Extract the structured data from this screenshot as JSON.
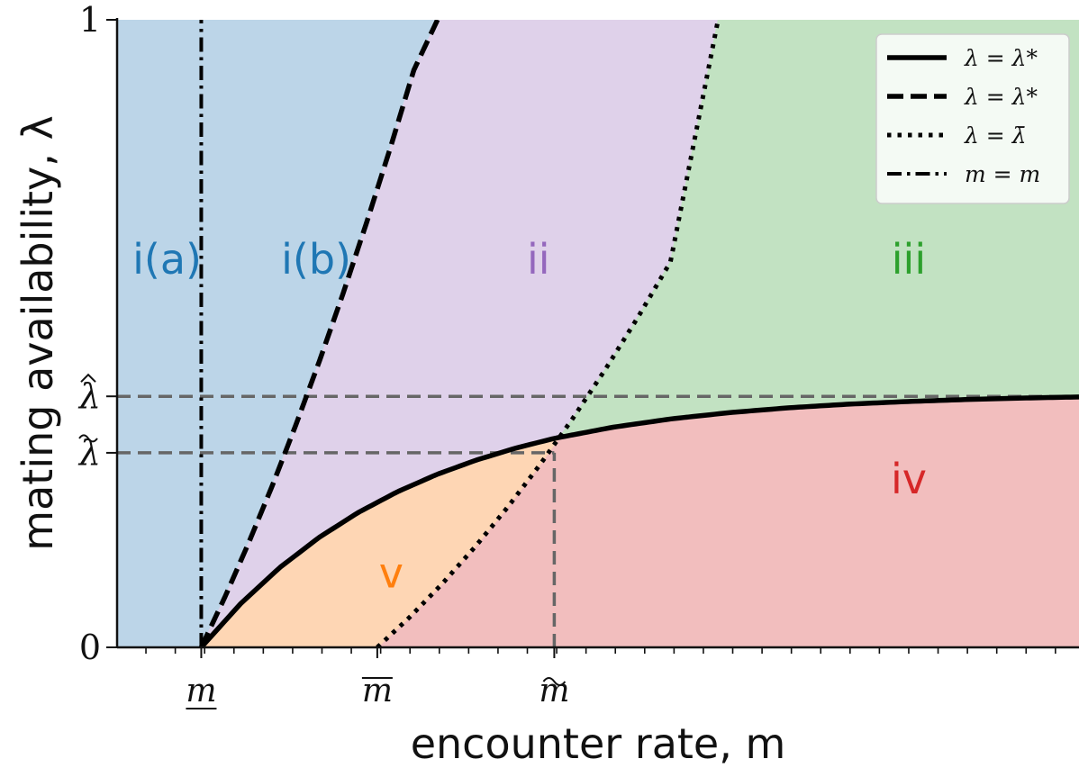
{
  "chart_data": {
    "type": "area",
    "title": "",
    "xlabel": "encounter rate, m",
    "ylabel": "mating availability, λ",
    "xlim": [
      0,
      1
    ],
    "ylim": [
      0,
      1
    ],
    "grid": false,
    "legend_placement": "top-right",
    "x_ticks": [
      {
        "value": 0.0875,
        "label": "m",
        "mark": "underline"
      },
      {
        "value": 0.2705,
        "label": "m",
        "mark": "overline"
      },
      {
        "value": 0.4545,
        "label": "m",
        "mark": "tilde"
      }
    ],
    "y_ticks": [
      {
        "value": 0,
        "label": "0"
      },
      {
        "value": 1,
        "label": "1"
      },
      {
        "value": 0.31,
        "label": "λ",
        "mark": "tilde"
      },
      {
        "value": 0.4,
        "label": "λ",
        "mark": "hat"
      }
    ],
    "regions": [
      {
        "label": "i(a)",
        "x": 0.052,
        "y": 0.62,
        "color": "#1f77b4"
      },
      {
        "label": "i(b)",
        "x": 0.207,
        "y": 0.62,
        "color": "#1f77b4"
      },
      {
        "label": "ii",
        "x": 0.438,
        "y": 0.62,
        "color": "#9467bd"
      },
      {
        "label": "iii",
        "x": 0.823,
        "y": 0.62,
        "color": "#2ca02c"
      },
      {
        "label": "iv",
        "x": 0.823,
        "y": 0.27,
        "color": "#d62728"
      },
      {
        "label": "v",
        "x": 0.285,
        "y": 0.12,
        "color": "#ff7f0e"
      }
    ],
    "fill_colors": {
      "i": "#bcd5e8",
      "ii": "#dfd1ea",
      "iii": "#c2e2c2",
      "iv": "#f2bebe",
      "v": "#fed6b4"
    },
    "series": [
      {
        "name": "λ = λ*",
        "style": "solid",
        "x": [
          0.0875,
          0.1283,
          0.1691,
          0.2098,
          0.2506,
          0.2914,
          0.3322,
          0.373,
          0.4137,
          0.4545,
          0.5156,
          0.5767,
          0.6377,
          0.6988,
          0.7599,
          0.821,
          0.8821,
          0.9431,
          1.0
        ],
        "y": [
          0.0,
          0.0694,
          0.1271,
          0.175,
          0.2148,
          0.2479,
          0.2754,
          0.2982,
          0.3172,
          0.333,
          0.3508,
          0.3642,
          0.3742,
          0.3818,
          0.3875,
          0.3917,
          0.3949,
          0.3973,
          0.399
        ]
      },
      {
        "name": "λ = λ*",
        "style": "dashed",
        "x": [
          0.0875,
          0.1121,
          0.1366,
          0.1612,
          0.1857,
          0.2103,
          0.2349,
          0.2594,
          0.284,
          0.3085,
          0.3331
        ],
        "y": [
          0.0,
          0.0802,
          0.1659,
          0.2571,
          0.3538,
          0.456,
          0.5637,
          0.6769,
          0.7956,
          0.9198,
          1.0
        ]
      },
      {
        "name": "λ = λ̄",
        "style": "dotted",
        "x": [
          0.2705,
          0.3044,
          0.3382,
          0.3721,
          0.406,
          0.4399,
          0.4737,
          0.5076,
          0.5415,
          0.5753,
          0.6248
        ],
        "y": [
          0.0,
          0.0484,
          0.1017,
          0.16,
          0.2233,
          0.2916,
          0.3648,
          0.443,
          0.5261,
          0.6142,
          1.0
        ]
      },
      {
        "name": "m = m",
        "style": "dashdot",
        "x": [
          0.0875,
          0.0875
        ],
        "y": [
          0.0,
          1.0
        ]
      }
    ],
    "reference_lines": [
      {
        "orientation": "horizontal",
        "value": 0.4,
        "style": "dashed-gray"
      },
      {
        "orientation": "horizontal",
        "value": 0.31,
        "style": "dashed-gray",
        "x_end": 0.4545
      },
      {
        "orientation": "vertical",
        "value": 0.4545,
        "style": "dashed-gray",
        "y_end": 0.31
      }
    ]
  }
}
